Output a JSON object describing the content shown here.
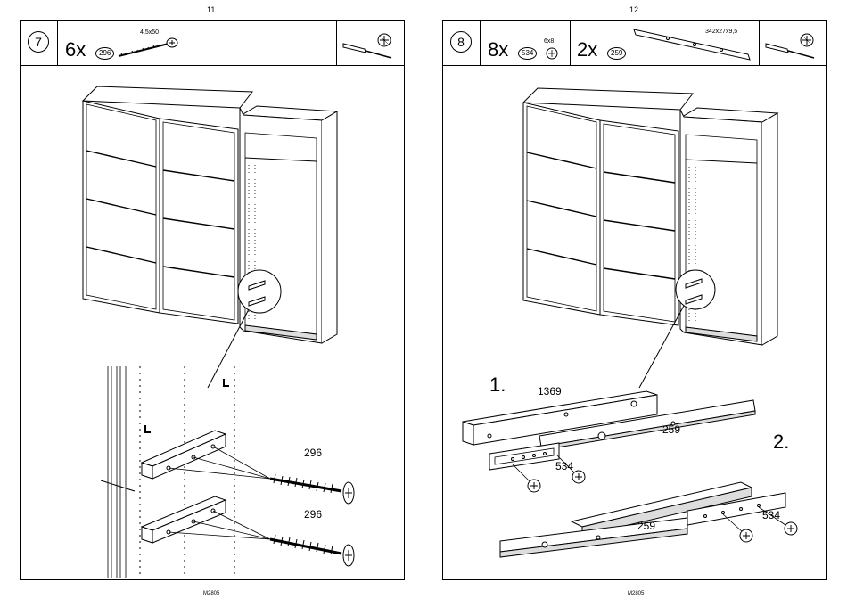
{
  "left_page": {
    "page_number": "11.",
    "footer": "M2805",
    "step": {
      "number": "7",
      "parts": [
        {
          "quantity": "6x",
          "code": "296",
          "size": "4,5x50"
        }
      ]
    },
    "callouts": [
      "296",
      "296"
    ]
  },
  "right_page": {
    "page_number": "12.",
    "footer": "M2805",
    "step": {
      "number": "8",
      "parts": [
        {
          "quantity": "8x",
          "code": "534",
          "size": "6x8"
        },
        {
          "quantity": "2x",
          "code": "259",
          "size": "342x27x9,5"
        }
      ]
    },
    "substeps": [
      "1.",
      "2."
    ],
    "callouts": [
      "1369",
      "259",
      "534",
      "534",
      "259"
    ]
  },
  "icons": [
    "screwdriver-icon",
    "phillips-bit-icon",
    "wardrobe-illustration",
    "screw-icon",
    "bracket-icon",
    "rail-icon",
    "cam-fitting-icon"
  ]
}
